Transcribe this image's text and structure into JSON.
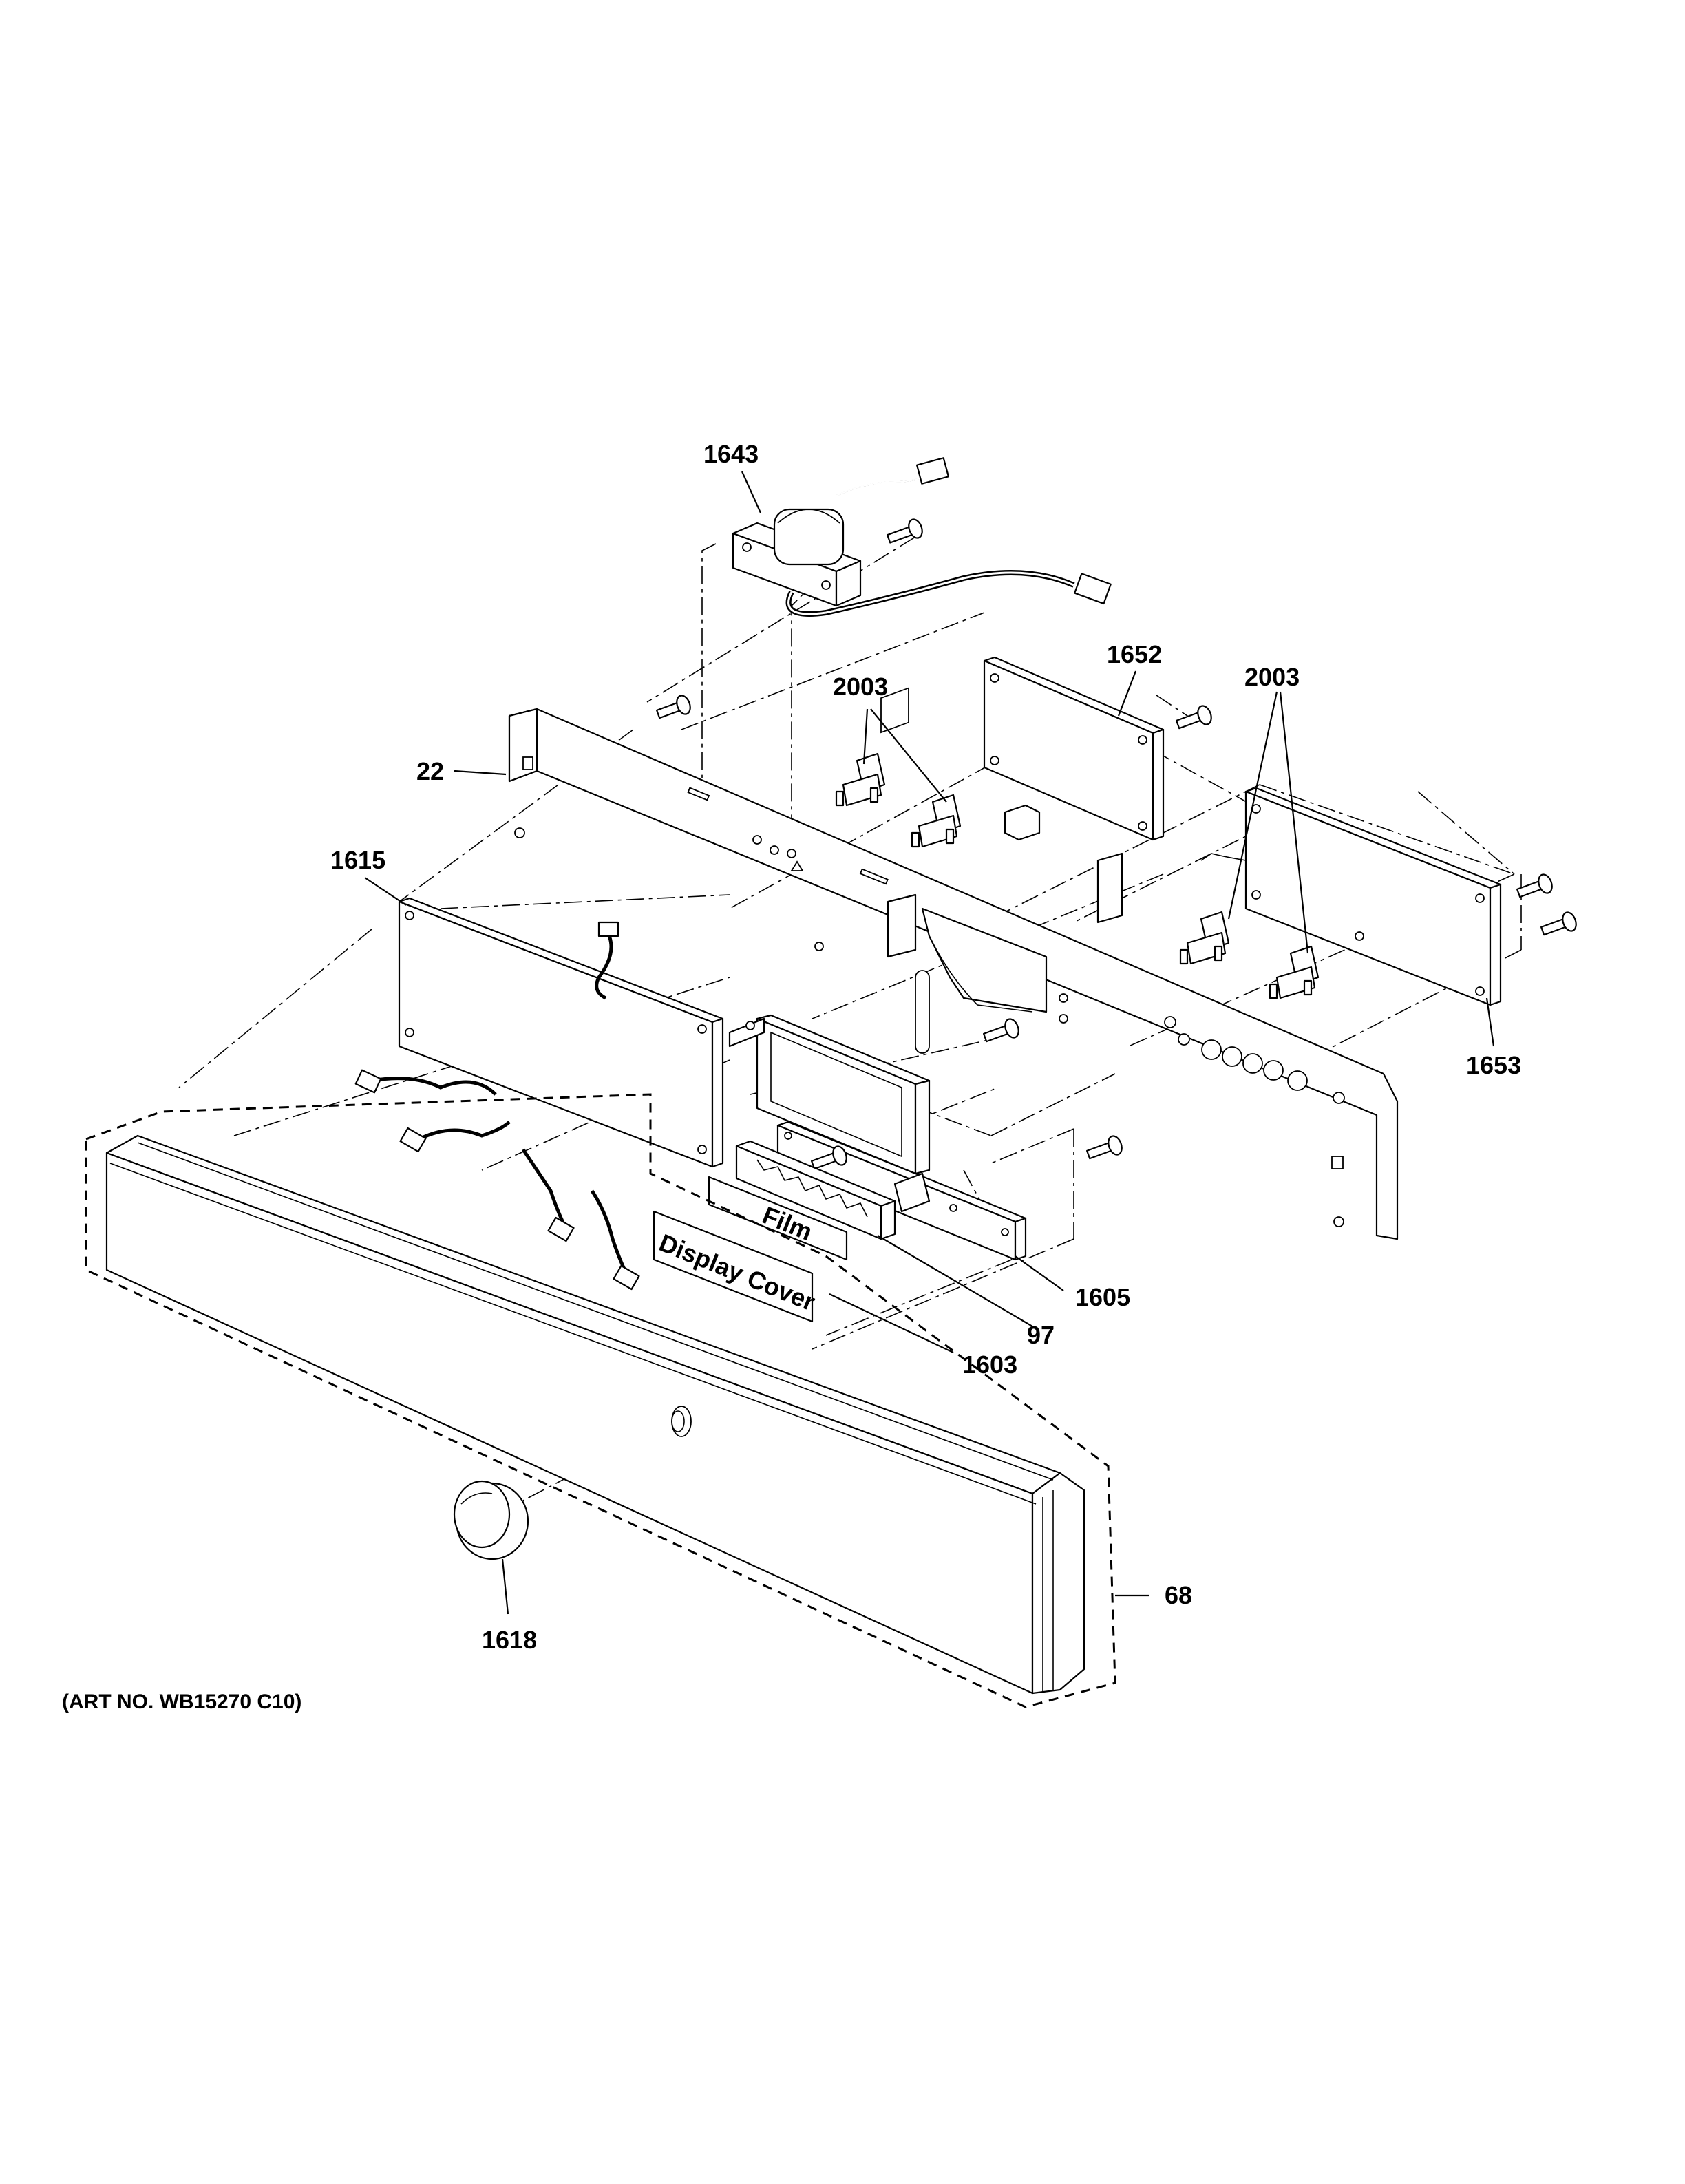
{
  "diagram": {
    "callouts": [
      {
        "id": "c1643",
        "text": "1643"
      },
      {
        "id": "c1652",
        "text": "1652"
      },
      {
        "id": "c2003a",
        "text": "2003"
      },
      {
        "id": "c2003b",
        "text": "2003"
      },
      {
        "id": "c22",
        "text": "22"
      },
      {
        "id": "c1615",
        "text": "1615"
      },
      {
        "id": "c1653",
        "text": "1653"
      },
      {
        "id": "c1605",
        "text": "1605"
      },
      {
        "id": "c97",
        "text": "97"
      },
      {
        "id": "c1603",
        "text": "1603"
      },
      {
        "id": "c68",
        "text": "68"
      },
      {
        "id": "c1618",
        "text": "1618"
      }
    ],
    "part_labels": {
      "film": "Film",
      "display_cover": "Display Cover"
    },
    "art_number": "(ART NO. WB15270 C10)"
  }
}
